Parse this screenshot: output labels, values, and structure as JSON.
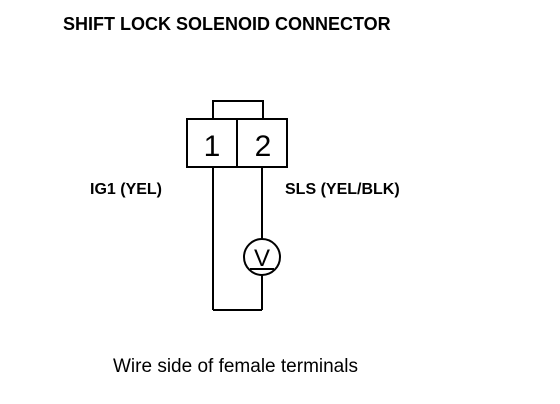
{
  "title": "SHIFT LOCK SOLENOID CONNECTOR",
  "connector": {
    "pins": [
      "1",
      "2"
    ]
  },
  "wires": {
    "left_label": "IG1 (YEL)",
    "right_label": "SLS (YEL/BLK)"
  },
  "meter": {
    "symbol": "V"
  },
  "caption": "Wire side of female terminals",
  "colors": {
    "ink": "#000000",
    "background": "#ffffff"
  }
}
